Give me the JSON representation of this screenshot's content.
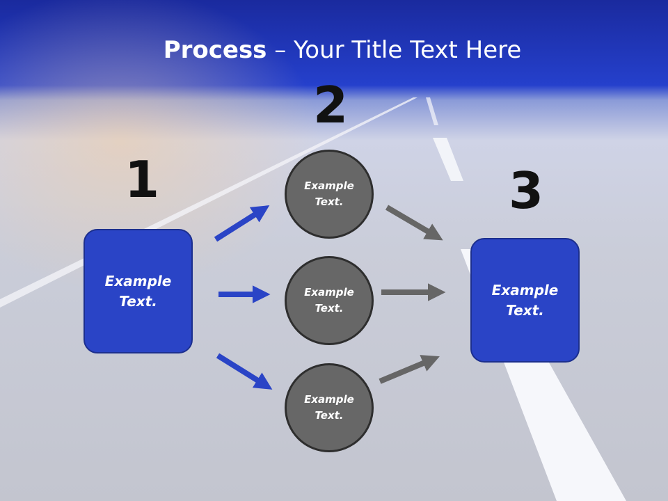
{
  "title": {
    "bold": "Process",
    "rest": " – Your Title Text Here"
  },
  "steps": [
    {
      "number": "1",
      "text": "Example Text."
    },
    {
      "number": "2",
      "circles": [
        "Example Text.",
        "Example Text.",
        "Example Text."
      ]
    },
    {
      "number": "3",
      "text": "Example Text."
    }
  ],
  "colors": {
    "blue": "#2a44c6",
    "gray": "#676767",
    "header": "#2238c4"
  }
}
